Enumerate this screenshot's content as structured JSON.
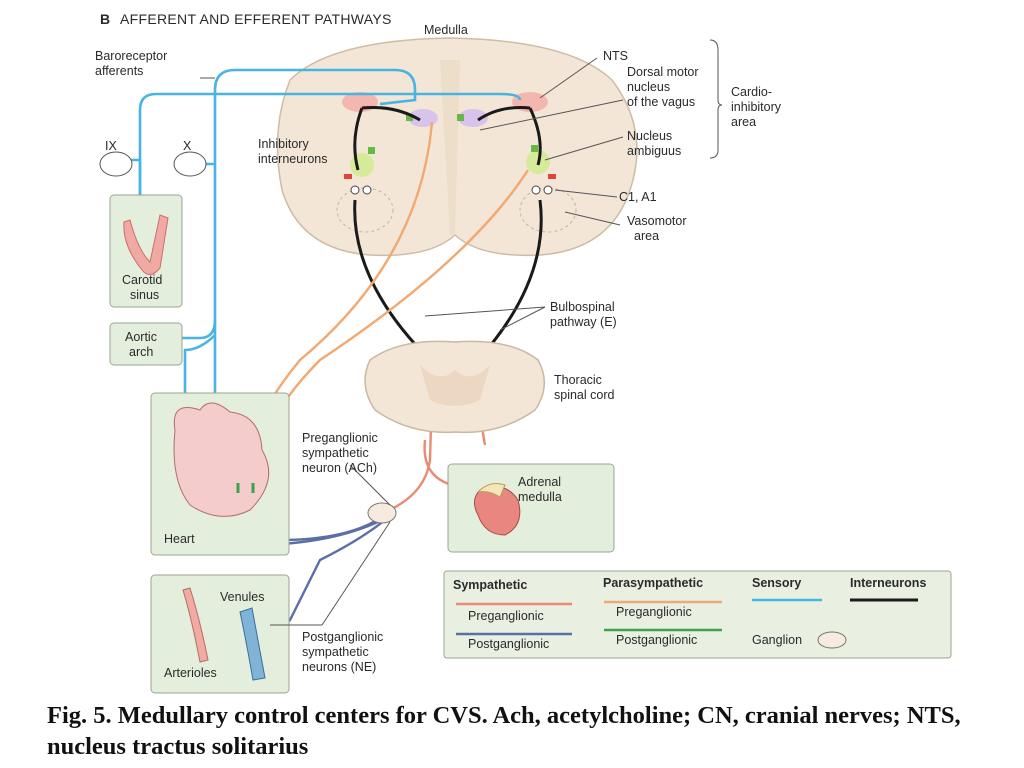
{
  "figure": {
    "panel_letter": "B",
    "panel_title": "AFFERENT AND EFFERENT PATHWAYS",
    "labels": {
      "medulla": "Medulla",
      "nts": "NTS",
      "dorsal_motor": [
        "Dorsal motor",
        "nucleus",
        "of the vagus"
      ],
      "cardio_inhibitory": [
        "Cardio-",
        "inhibitory",
        "area"
      ],
      "nucleus_ambiguus": [
        "Nucleus",
        "ambiguus"
      ],
      "c1_a1": "C1, A1",
      "vasomotor": [
        "Vasomotor",
        "area"
      ],
      "baroreceptor": [
        "Baroreceptor",
        "afferents"
      ],
      "ix": "IX",
      "x": "X",
      "inhibitory_interneurons": [
        "Inhibitory",
        "interneurons"
      ],
      "carotid_sinus": [
        "Carotid",
        "sinus"
      ],
      "aortic_arch": [
        "Aortic",
        "arch"
      ],
      "bulbospinal": [
        "Bulbospinal",
        "pathway (E)"
      ],
      "thoracic": [
        "Thoracic",
        "spinal cord"
      ],
      "preganglionic_sympathetic": [
        "Preganglionic",
        "sympathetic",
        "neuron (ACh)"
      ],
      "adrenal_medulla": [
        "Adrenal",
        "medulla"
      ],
      "heart": "Heart",
      "venules": "Venules",
      "arterioles": "Arterioles",
      "postganglionic_sympathetic": [
        "Postganglionic",
        "sympathetic",
        "neurons (NE)"
      ]
    },
    "legend": {
      "sympathetic": "Sympathetic",
      "parasympathetic": "Parasympathetic",
      "sensory": "Sensory",
      "interneurons": "Interneurons",
      "sym_pre": "Preganglionic",
      "sym_post": "Postganglionic",
      "para_pre": "Preganglionic",
      "para_post": "Postganglionic",
      "ganglion": "Ganglion"
    },
    "colors": {
      "sensory": "#49b4e3",
      "interneuron": "#1a1a1a",
      "sym_pre": "#e98a72",
      "sym_post": "#5b6fa6",
      "para_pre": "#f2a870",
      "para_post": "#3da34a",
      "panel_bg": "#e4eedc",
      "tissue": "#f3e6d6"
    }
  },
  "caption": "Fig. 5. Medullary control centers for CVS. Ach, acetylcholine; CN, cranial nerves; NTS, nucleus tractus solitarius"
}
